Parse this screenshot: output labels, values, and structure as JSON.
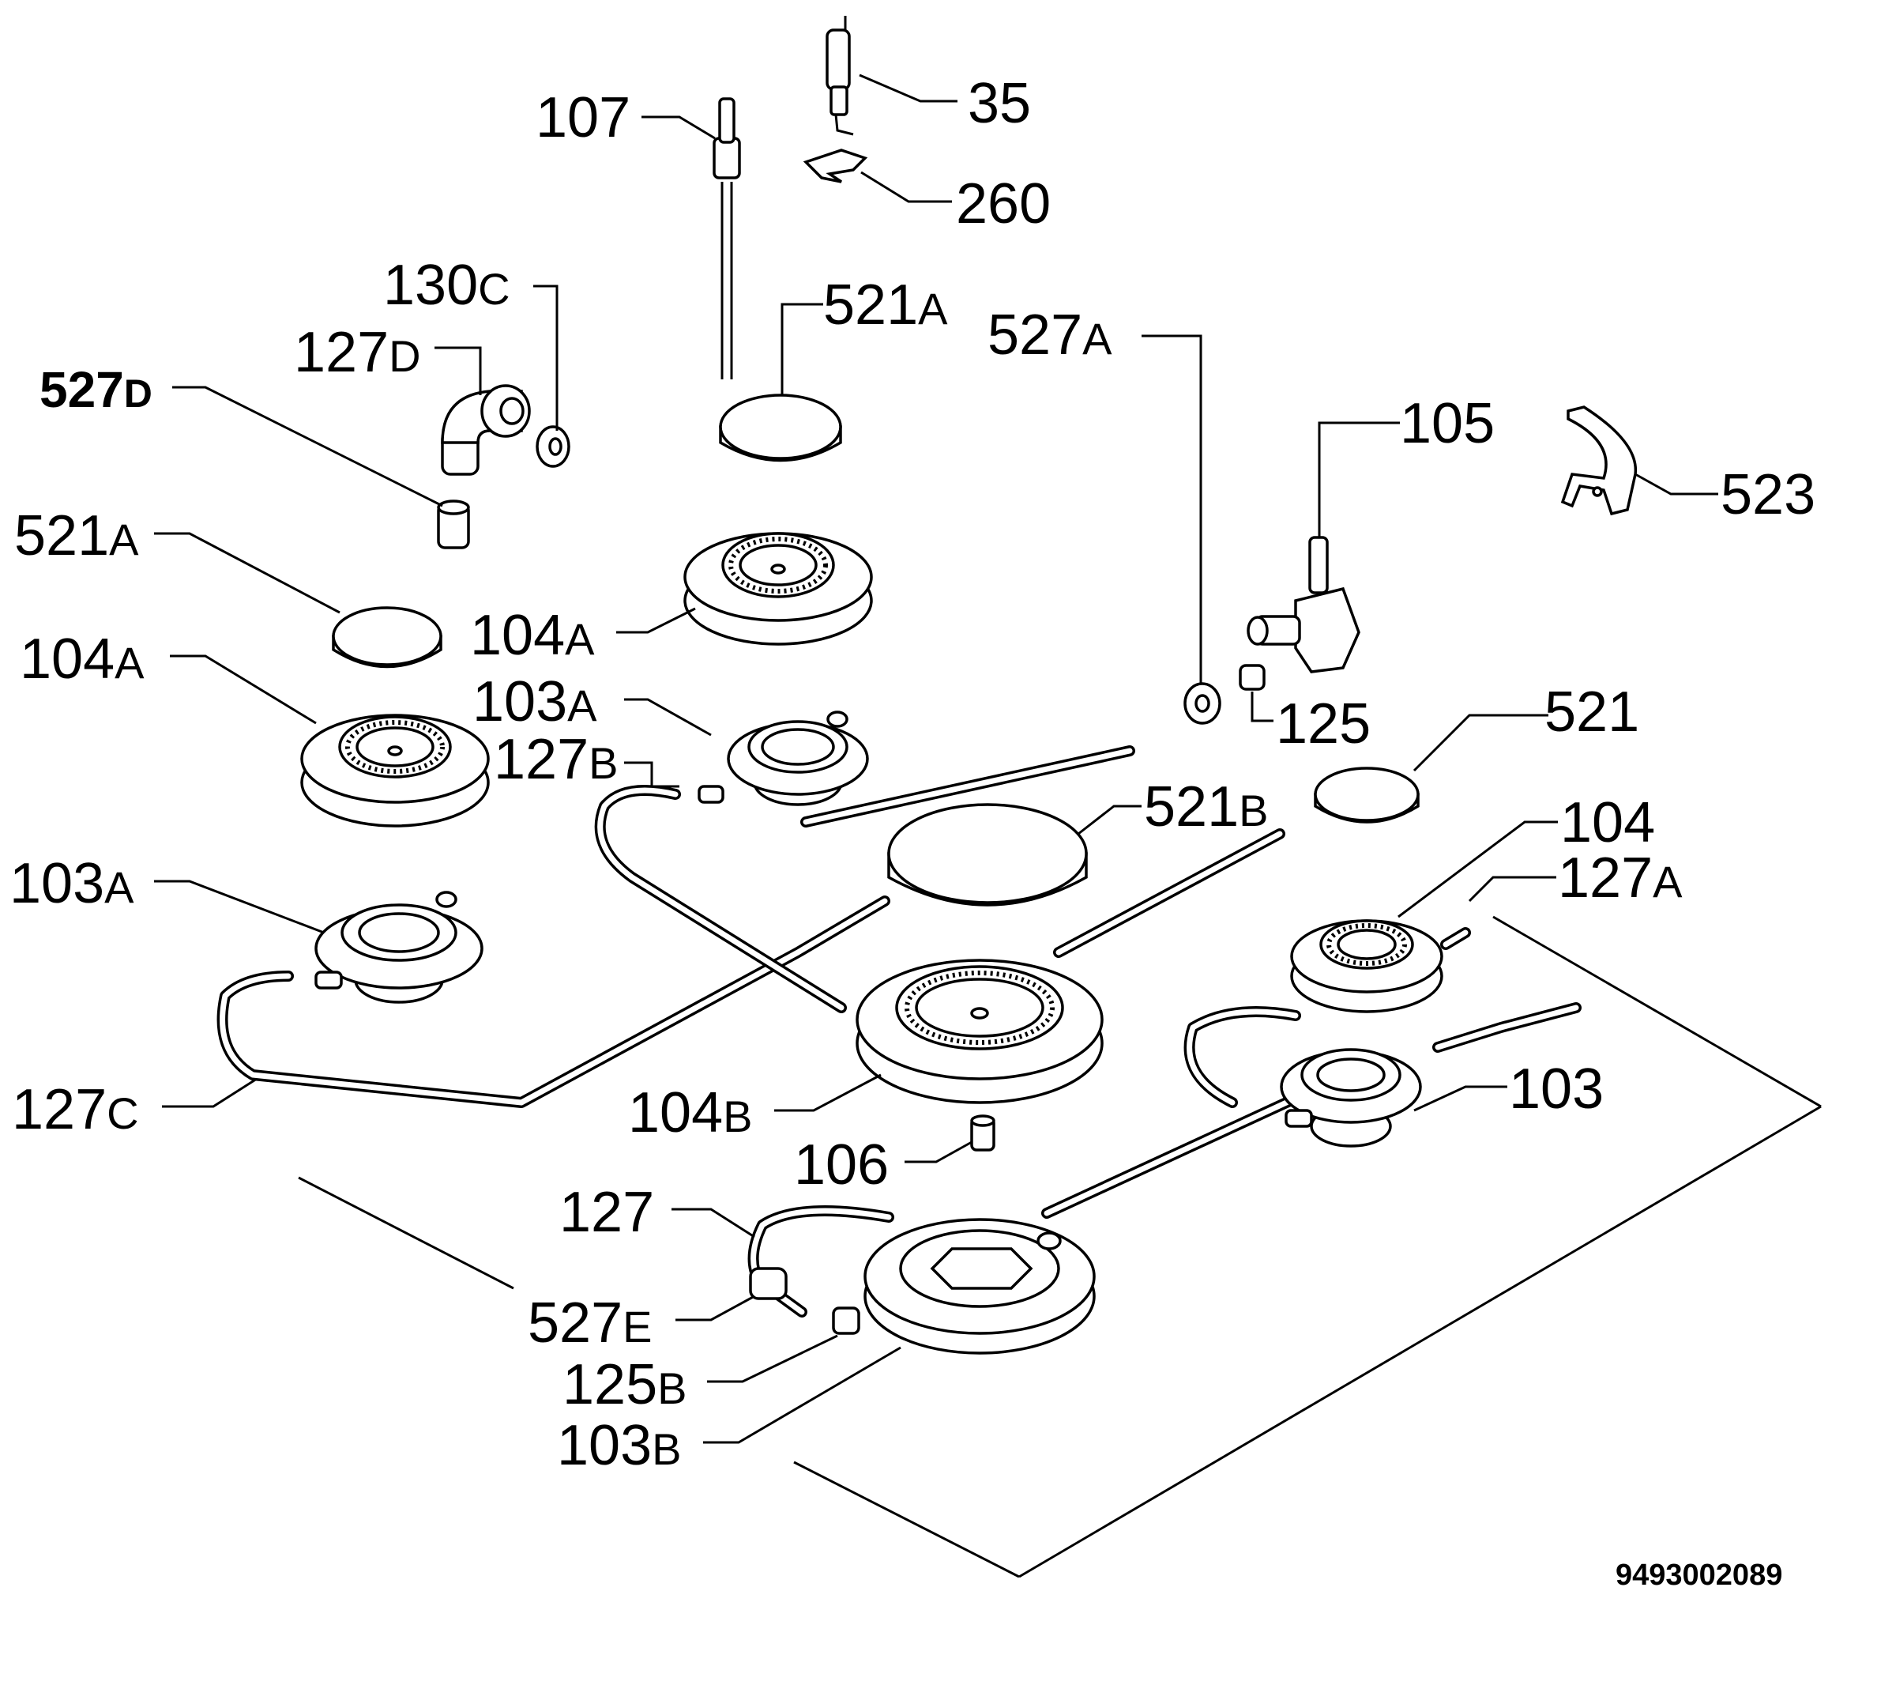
{
  "labels": {
    "p107": {
      "num": "107",
      "suf": ""
    },
    "p35": {
      "num": "35",
      "suf": ""
    },
    "p260": {
      "num": "260",
      "suf": ""
    },
    "p130c": {
      "num": "130",
      "suf": "C"
    },
    "p127d": {
      "num": "127",
      "suf": "D"
    },
    "p527d": {
      "num": "527",
      "suf": "D"
    },
    "p521a_top": {
      "num": "521",
      "suf": "A"
    },
    "p527a": {
      "num": "527",
      "suf": "A"
    },
    "p105": {
      "num": "105",
      "suf": ""
    },
    "p523": {
      "num": "523",
      "suf": ""
    },
    "p521a_left": {
      "num": "521",
      "suf": "A"
    },
    "p104a_mid": {
      "num": "104",
      "suf": "A"
    },
    "p104a_left": {
      "num": "104",
      "suf": "A"
    },
    "p103a_mid": {
      "num": "103",
      "suf": "A"
    },
    "p127b": {
      "num": "127",
      "suf": "B"
    },
    "p125": {
      "num": "125",
      "suf": ""
    },
    "p521": {
      "num": "521",
      "suf": ""
    },
    "p521b": {
      "num": "521",
      "suf": "B"
    },
    "p104": {
      "num": "104",
      "suf": ""
    },
    "p127a": {
      "num": "127",
      "suf": "A"
    },
    "p103a_left": {
      "num": "103",
      "suf": "A"
    },
    "p127c": {
      "num": "127",
      "suf": "C"
    },
    "p104b": {
      "num": "104",
      "suf": "B"
    },
    "p103": {
      "num": "103",
      "suf": ""
    },
    "p106": {
      "num": "106",
      "suf": ""
    },
    "p127": {
      "num": "127",
      "suf": ""
    },
    "p527e": {
      "num": "527",
      "suf": "E"
    },
    "p125b": {
      "num": "125",
      "suf": "B"
    },
    "p103b": {
      "num": "103",
      "suf": "B"
    }
  },
  "document_number": "9493002089"
}
